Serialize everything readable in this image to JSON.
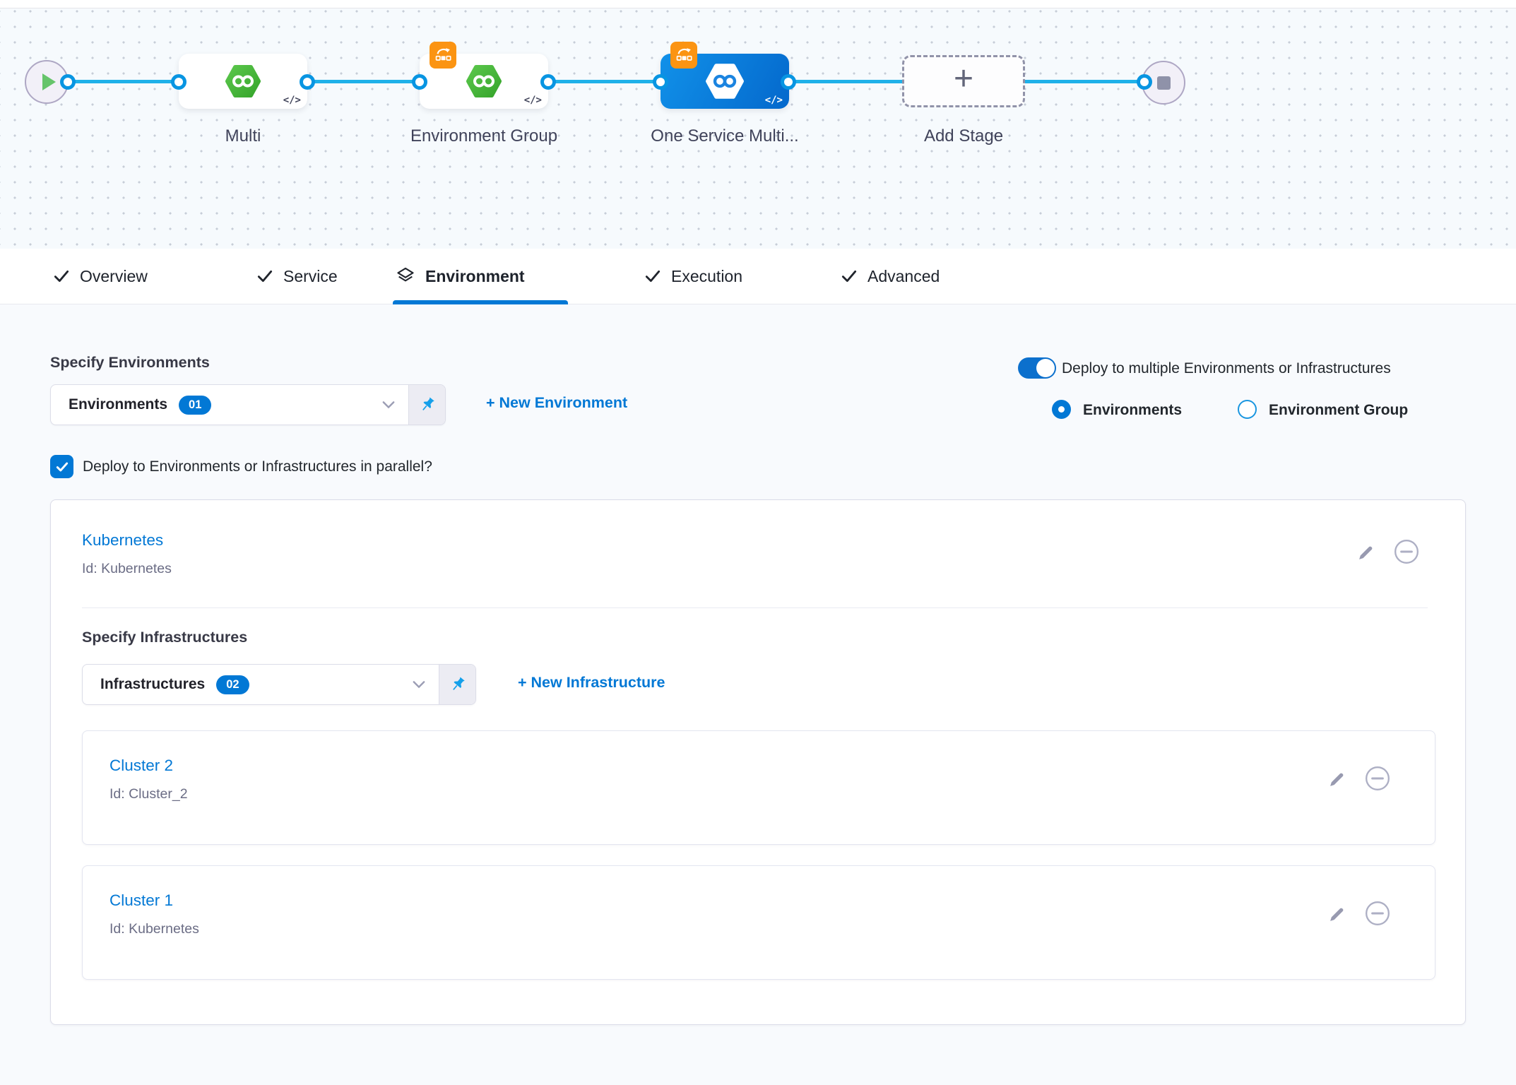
{
  "colors": {
    "accent": "#0278D5",
    "connector_blue": "#1FB1E9",
    "stage_green": "#48B431",
    "badge_orange": "#FB9412",
    "selected_node_blue": "#0C7BD9"
  },
  "pipeline": {
    "code_badge": "</>",
    "add_stage_plus": "+",
    "stages": [
      {
        "label": "Multi"
      },
      {
        "label": "Environment Group"
      },
      {
        "label": "One Service Multi..."
      },
      {
        "label": "Add Stage"
      }
    ]
  },
  "tabs": {
    "active": "Environment",
    "items": [
      {
        "label": "Overview"
      },
      {
        "label": "Service"
      },
      {
        "label": "Environment"
      },
      {
        "label": "Execution"
      },
      {
        "label": "Advanced"
      }
    ]
  },
  "environments": {
    "section_title": "Specify Environments",
    "dropdown_value": "Environments",
    "dropdown_count": "01",
    "new_environment": "+ New Environment",
    "multi_deploy_toggle_label": "Deploy to multiple Environments or Infrastructures",
    "radio_environments": "Environments",
    "radio_environment_group": "Environment Group",
    "parallel_checkbox_label": "Deploy to Environments or Infrastructures in parallel?"
  },
  "environment_card": {
    "name": "Kubernetes",
    "id": "Id: Kubernetes",
    "infra_section_title": "Specify Infrastructures",
    "infra_dropdown_value": "Infrastructures",
    "infra_dropdown_count": "02",
    "new_infrastructure": "+ New Infrastructure",
    "infrastructures": [
      {
        "name": "Cluster 2",
        "id": "Id: Cluster_2"
      },
      {
        "name": "Cluster 1",
        "id": "Id: Kubernetes"
      }
    ]
  }
}
